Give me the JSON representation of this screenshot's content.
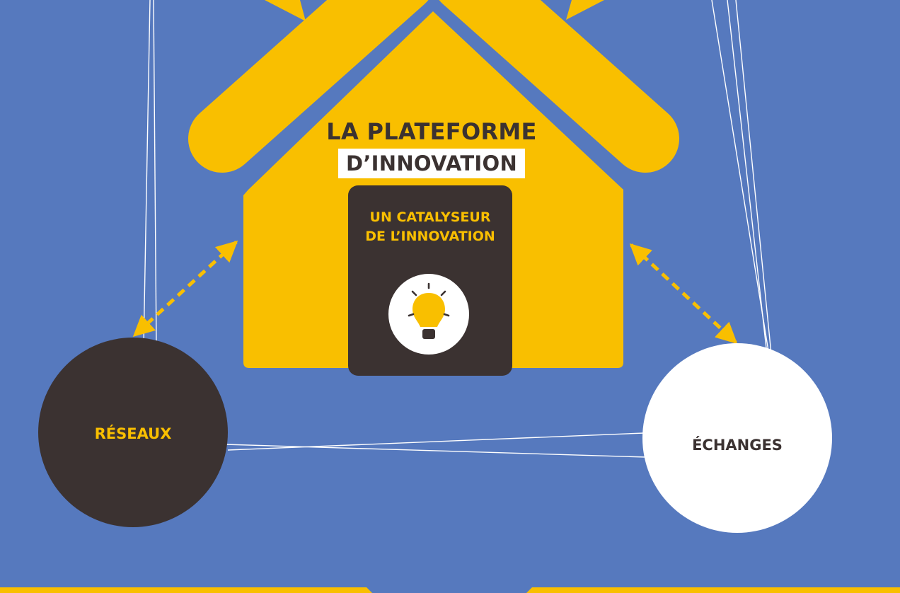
{
  "diagram": {
    "title_line1": "LA PLATEFORME",
    "title_line2": "D’INNOVATION",
    "catalyst": {
      "line1": "UN CATALYSEUR",
      "line2": "DE L’INNOVATION",
      "icon": "lightbulb-icon"
    },
    "nodes": {
      "left": "RÉSEAUX",
      "right": "ÉCHANGES"
    }
  },
  "colors": {
    "background": "#5679be",
    "house_yellow": "#f9bf00",
    "dark_brown": "#3b3231",
    "white": "#ffffff",
    "thread_line": "#ffffff"
  }
}
